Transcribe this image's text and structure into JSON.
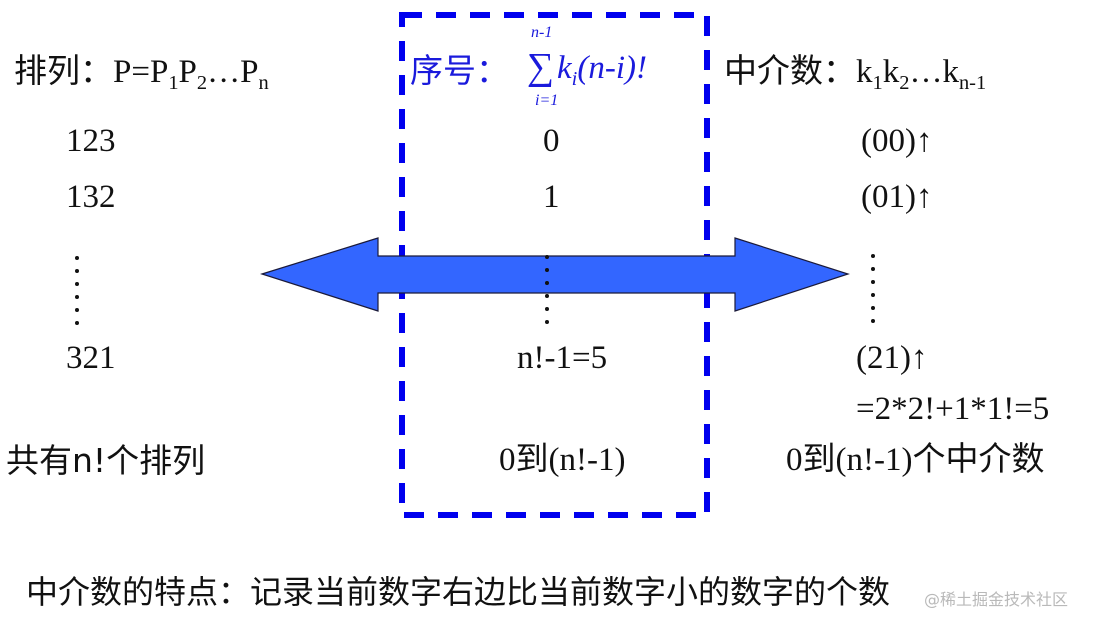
{
  "columns": {
    "permutation": {
      "header_label": "排列：",
      "header_formula": {
        "base": "P=P",
        "s1": "1",
        "p2": "P",
        "s2": "2",
        "dots": "…P",
        "sn": "n"
      },
      "rows": [
        "123",
        "132",
        "321"
      ],
      "footer": "共有n!个排列"
    },
    "index": {
      "header_label": "序号：",
      "sum_upper": "n-1",
      "sum_lower": "i=1",
      "sum_symbol": "∑",
      "sum_term_k": "k",
      "sum_term_sub": "i",
      "sum_term_rest": "(n-i)!",
      "rows": [
        "0",
        "1",
        "n!-1=5"
      ],
      "footer": "0到(n!-1)"
    },
    "mediator": {
      "header_label": "中介数：",
      "header_formula": {
        "k1": "k",
        "s1": "1",
        "k2": "k",
        "s2": "2",
        "dots": "…k",
        "sn": "n-1"
      },
      "rows": [
        "(00)↑",
        "(01)↑",
        "(21)↑"
      ],
      "calc": "=2*2!+1*1!=5",
      "footer": "0到(n!-1)个中介数"
    }
  },
  "arrow": {
    "type": "double-headed",
    "color": "#3366ff",
    "outline": "#1a1a3a"
  },
  "highlight_box": {
    "style": "dashed",
    "color": "#0000ee"
  },
  "caption": "中介数的特点：记录当前数字右边比当前数字小的数字的个数",
  "watermark": "@稀土掘金技术社区"
}
